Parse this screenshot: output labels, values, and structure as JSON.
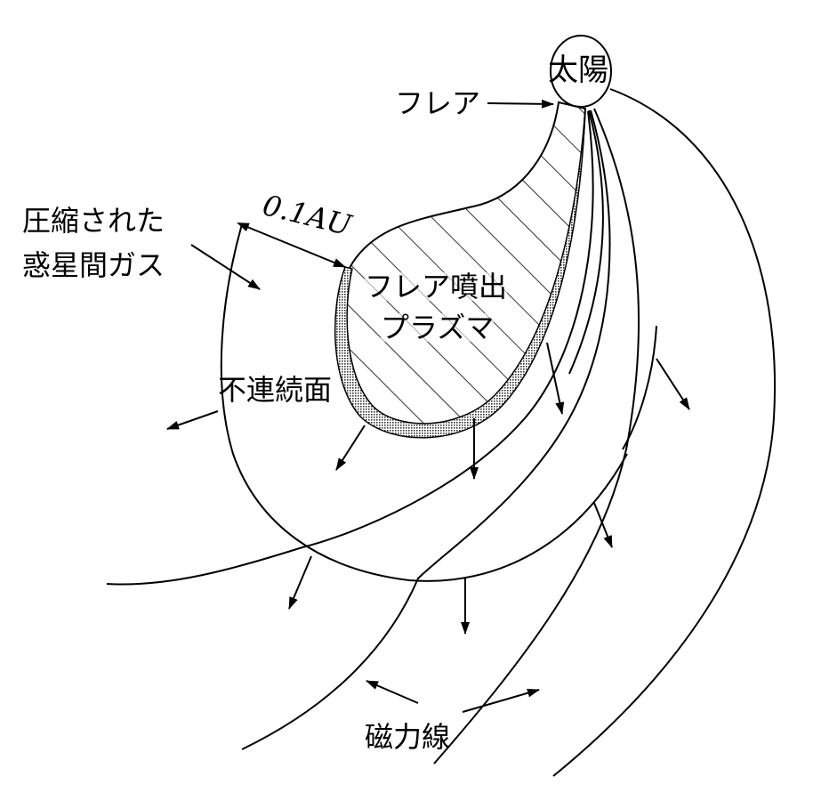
{
  "labels": {
    "sun": "太陽",
    "flare": "フレア",
    "distance": "0.1AU",
    "compressed_gas_line1": "圧縮された",
    "compressed_gas_line2": "惑星間ガス",
    "ejected_plasma_line1": "フレア噴出",
    "ejected_plasma_line2": "プラズマ",
    "discontinuity": "不連続面",
    "field_lines": "磁力線"
  },
  "colors": {
    "ink": "#000000",
    "background": "#ffffff",
    "shell": "#8a8a8a"
  }
}
